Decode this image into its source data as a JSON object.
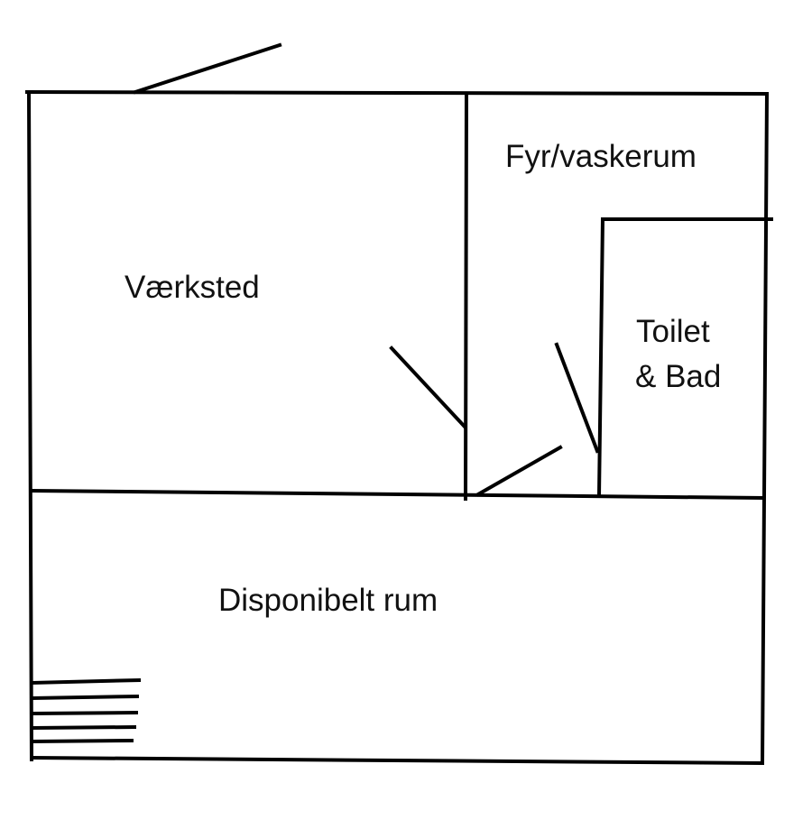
{
  "rooms": {
    "workshop": "Værksted",
    "boiler_laundry": "Fyr/vaskerum",
    "toilet_line1": "Toilet",
    "toilet_line2": "& Bad",
    "available_room": "Disponibelt rum"
  },
  "colors": {
    "line": "#000000",
    "text": "#111111",
    "background": "#ffffff"
  }
}
